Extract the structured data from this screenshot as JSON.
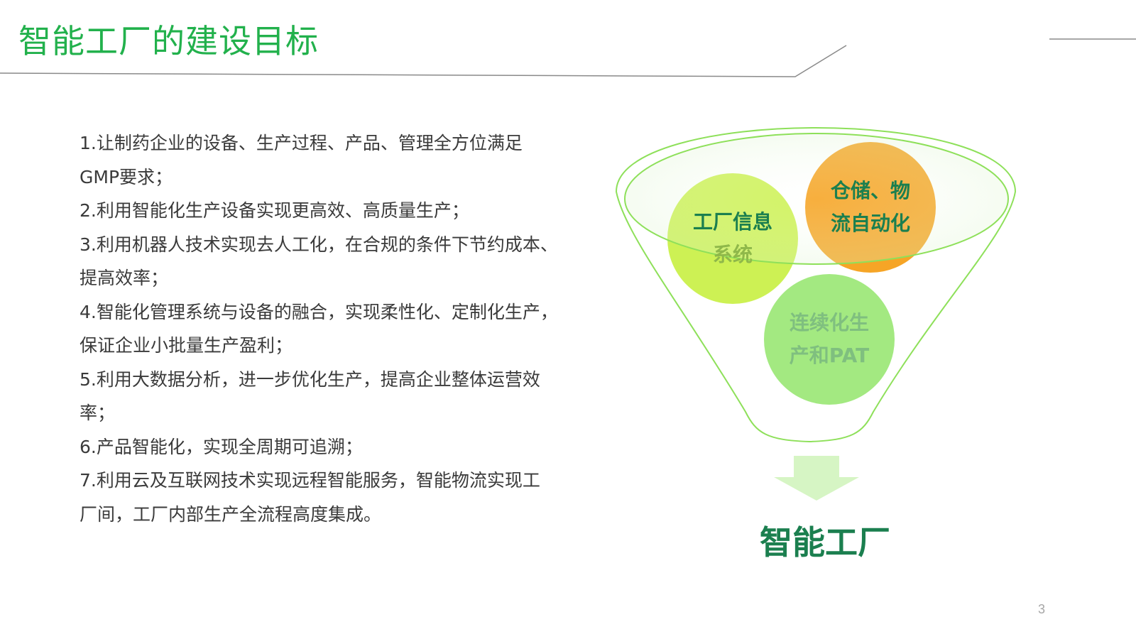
{
  "title": "智能工厂的建设目标",
  "goals": [
    "1.让制药企业的设备、生产过程、产品、管理全方位满足",
    "GMP要求；",
    "2.利用智能化生产设备实现更高效、高质量生产；",
    "3.利用机器人技术实现去人工化，在合规的条件下节约成本、",
    "提高效率；",
    "4.智能化管理系统与设备的融合，实现柔性化、定制化生产，",
    "保证企业小批量生产盈利；",
    "5.利用大数据分析，进一步优化生产，提高企业整体运营效",
    "率；",
    "6.产品智能化，实现全周期可追溯；",
    "7.利用云及互联网技术实现远程智能服务，智能物流实现工",
    "厂间，工厂内部生产全流程高度集成。"
  ],
  "diagram": {
    "circle1": {
      "line1": "工厂信息",
      "line2": "系统",
      "color": "#c6ef3c",
      "text_color": "#1b7f4f"
    },
    "circle2": {
      "line1": "仓储、物",
      "line2": "流自动化",
      "color": "#f5a01a",
      "text_color": "#1b7f4f"
    },
    "circle3": {
      "line1": "连续化生",
      "line2": "产和PAT",
      "color": "#9ee87a",
      "text_color": "#7fbf7f"
    },
    "result": "智能工厂"
  },
  "page_number": "3",
  "colors": {
    "title": "#22b14c",
    "accent": "#1b7f4f",
    "funnel_outline": "#8ee05a"
  }
}
